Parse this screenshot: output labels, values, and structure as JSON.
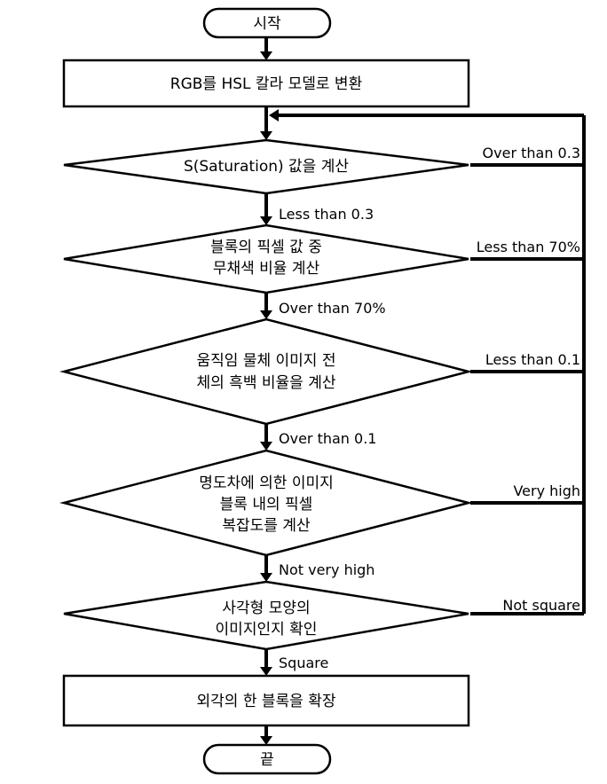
{
  "nodes": {
    "start": "시작",
    "convert": "RGB를 HSL 칼라 모델로 변환",
    "saturation": "S(Saturation) 값을 계산",
    "achromatic": [
      "블록의 픽셀 값 중",
      "무채색 비율 계산"
    ],
    "bw_ratio": [
      "움직임 물체 이미지 전",
      "체의 흑백 비율을 계산"
    ],
    "complexity": [
      "명도차에 의한 이미지",
      "블록 내의 픽셀",
      "복잡도를 계산"
    ],
    "square_check": [
      "사각형 모양의",
      "이미지인지 확인"
    ],
    "expand": "외각의 한 블록을 확장",
    "end": "끝"
  },
  "edges": {
    "yes_saturation": "Less than 0.3",
    "no_saturation": "Over than 0.3",
    "yes_achromatic": "Over than 70%",
    "no_achromatic": "Less than 70%",
    "yes_bw": "Over than 0.1",
    "no_bw": "Less than 0.1",
    "yes_complexity": "Not very high",
    "no_complexity": "Very high",
    "yes_square": "Square",
    "no_square": "Not square"
  }
}
